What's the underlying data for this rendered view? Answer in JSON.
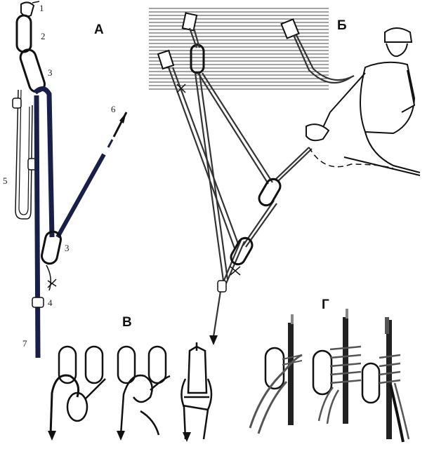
{
  "panels": {
    "a": {
      "letter": "А"
    },
    "b": {
      "letter": "Б"
    },
    "v": {
      "letter": "В"
    },
    "g": {
      "letter": "Г"
    }
  },
  "callouts": [
    "1",
    "2",
    "3",
    "6",
    "5",
    "3",
    "4",
    "7"
  ],
  "colors": {
    "ink": "#111111",
    "dark_rope": "#1a1f4a",
    "hatch": "#444444"
  }
}
